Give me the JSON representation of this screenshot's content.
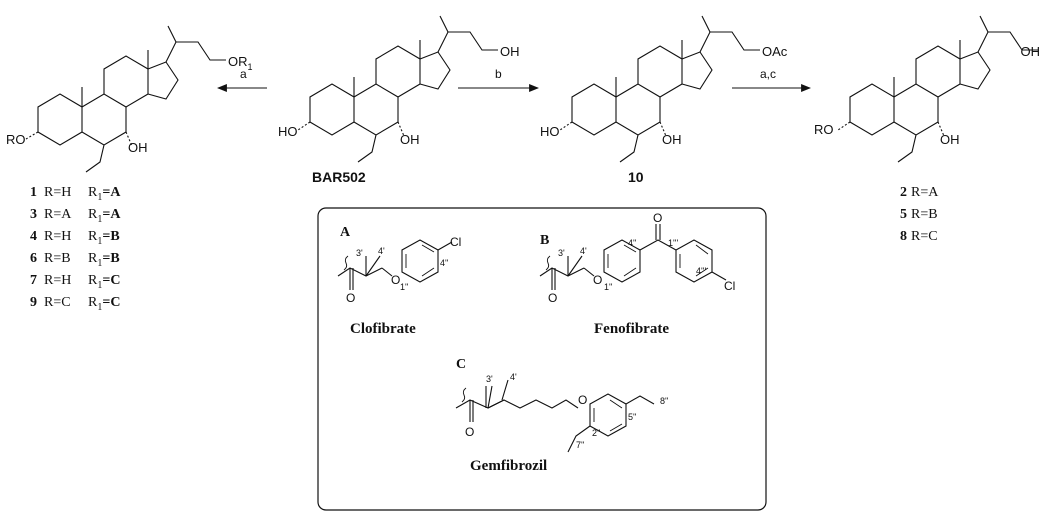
{
  "structures": {
    "s1": {
      "substituent_left": "RO",
      "substituent_right": "OR",
      "substituent_right_sub": "1",
      "oh7": "OH"
    },
    "bar502": {
      "oh3": "HO",
      "oh7": "OH",
      "oh24": "OH",
      "name": "BAR502"
    },
    "c10": {
      "oh3": "HO",
      "oh7": "OH",
      "oac": "OAc",
      "name": "10"
    },
    "s2": {
      "substituent_left": "RO",
      "oh7": "OH",
      "oh24": "OH"
    }
  },
  "arrows": {
    "a": "a",
    "b": "b",
    "ac": "a,c"
  },
  "legend_left": [
    {
      "num": "1",
      "r": "R=H",
      "r1": "R",
      "r1sub": "1",
      "r1val": "=A"
    },
    {
      "num": "3",
      "r": "R=A",
      "r1": "R",
      "r1sub": "1",
      "r1val": "=A"
    },
    {
      "num": "4",
      "r": "R=H",
      "r1": "R",
      "r1sub": "1",
      "r1val": "=B"
    },
    {
      "num": "6",
      "r": "R=B",
      "r1": "R",
      "r1sub": "1",
      "r1val": "=B"
    },
    {
      "num": "7",
      "r": "R=H",
      "r1": "R",
      "r1sub": "1",
      "r1val": "=C"
    },
    {
      "num": "9",
      "r": "R=C",
      "r1": "R",
      "r1sub": "1",
      "r1val": "=C"
    }
  ],
  "legend_right": [
    {
      "num": "2",
      "r": "R=A"
    },
    {
      "num": "5",
      "r": "R=B"
    },
    {
      "num": "8",
      "r": "R=C"
    }
  ],
  "box": {
    "A": {
      "letter": "A",
      "name": "Clofibrate",
      "n3": "3'",
      "n4": "4'",
      "n1pp": "1''",
      "n4pp": "4''",
      "cl": "Cl",
      "o": "O"
    },
    "B": {
      "letter": "B",
      "name": "Fenofibrate",
      "n3": "3'",
      "n4": "4'",
      "n1pp": "1''",
      "n4pp": "4''",
      "n1ppp": "1'''",
      "n4ppp": "4'''",
      "cl": "Cl",
      "o": "O"
    },
    "C": {
      "letter": "C",
      "name": "Gemfibrozil",
      "n3": "3'",
      "n4": "4'",
      "n2pp": "2''",
      "n5pp": "5''",
      "n7pp": "7''",
      "n8pp": "8''",
      "o": "O"
    }
  }
}
